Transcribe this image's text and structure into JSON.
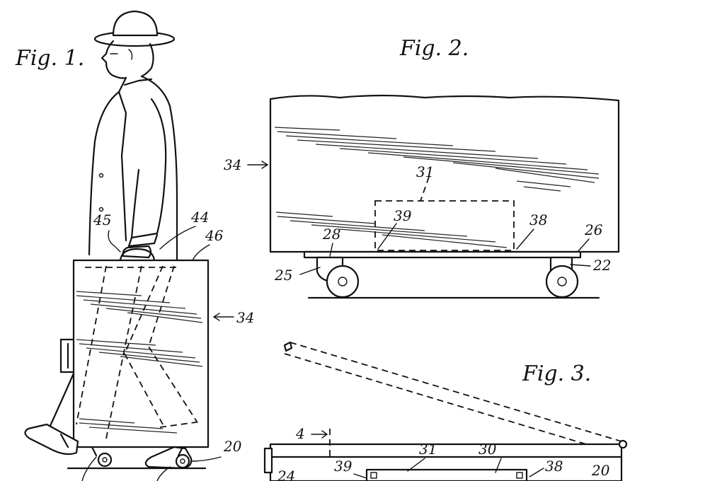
{
  "figures": {
    "fig1": {
      "title": "Fig. 1."
    },
    "fig2": {
      "title": "Fig. 2."
    },
    "fig3": {
      "title": "Fig. 3."
    }
  },
  "fig1_refs": {
    "r45": "45",
    "r44": "44",
    "r46": "46",
    "r34": "34",
    "r20": "20"
  },
  "fig2_refs": {
    "r34": "34",
    "r31": "31",
    "r39": "39",
    "r38": "38",
    "r26": "26",
    "r28": "28",
    "r25": "25",
    "r22": "22"
  },
  "fig3_refs": {
    "r4": "4",
    "r31": "31",
    "r30": "30",
    "r39": "39",
    "r38": "38",
    "r24": "24",
    "r20": "20"
  }
}
